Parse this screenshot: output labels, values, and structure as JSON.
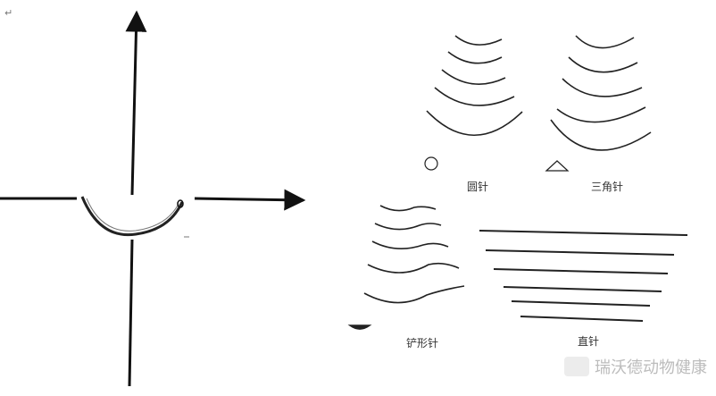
{
  "labels": {
    "round_needle": "圆针",
    "triangle_needle": "三角针",
    "spatula_needle": "铲形针",
    "straight_needle": "直针"
  },
  "watermark": "瑞沃德动物健康",
  "return_mark": "↵",
  "icons": [
    "circle-cross-section-icon",
    "triangle-cross-section-icon",
    "spatula-cross-section-icon",
    "wechat-logo-icon"
  ],
  "colors": {
    "ink": "#111111",
    "label": "#333333",
    "watermark": "#bcbcbc"
  }
}
